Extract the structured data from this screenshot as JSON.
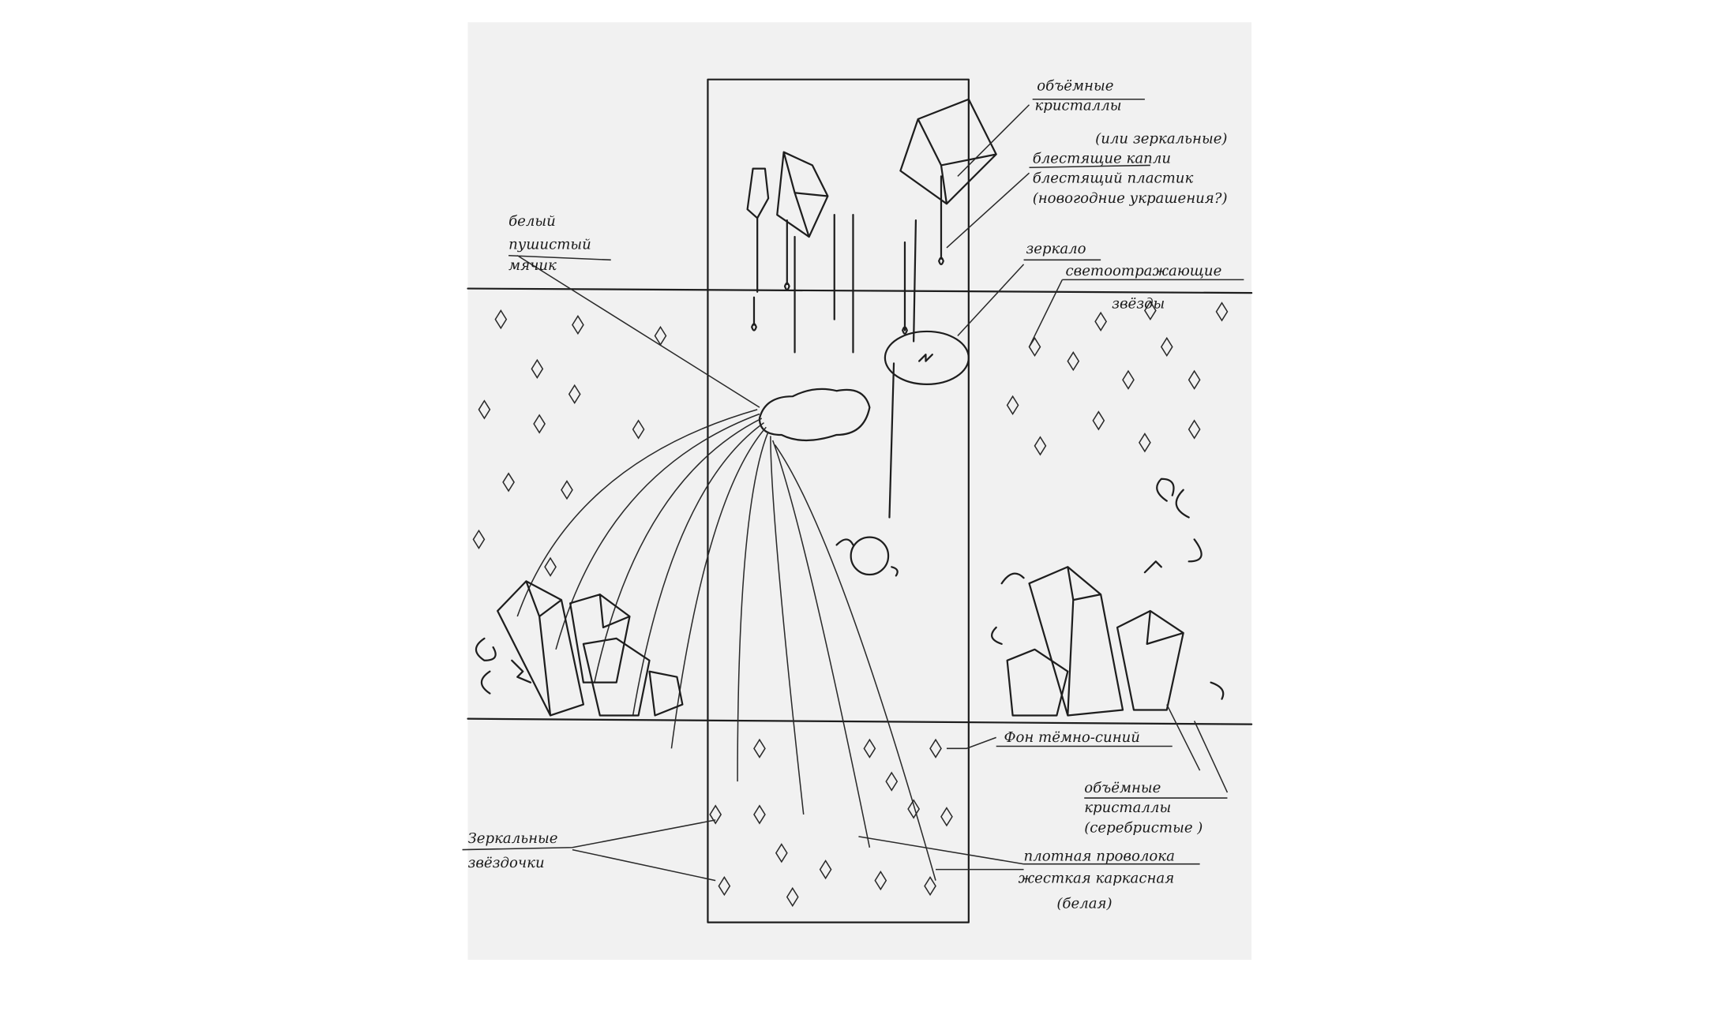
{
  "labels": {
    "volume_crystals_top": [
      "объёмные",
      "кристаллы"
    ],
    "drops": [
      "(или зеркальные)",
      "блестящие капли",
      "блестящий пластик",
      "(новогодние украшения?)"
    ],
    "ball": [
      "белый",
      "пушистый",
      "мячик"
    ],
    "mirror": "зеркало",
    "stars_reflective": [
      "светоотражающие",
      "звёзды"
    ],
    "background": "Фон тёмно-синий",
    "volume_crystals_bottom": [
      "объёмные",
      "кристаллы",
      "(серебристые )"
    ],
    "wire": [
      "плотная проволока",
      "жесткая каркасная",
      "(белая)"
    ],
    "mirror_stars": [
      "Зеркальные",
      "звёздочки"
    ]
  },
  "colors": {
    "paper": "#f1f1f1",
    "ink": "#1e1e1e"
  }
}
